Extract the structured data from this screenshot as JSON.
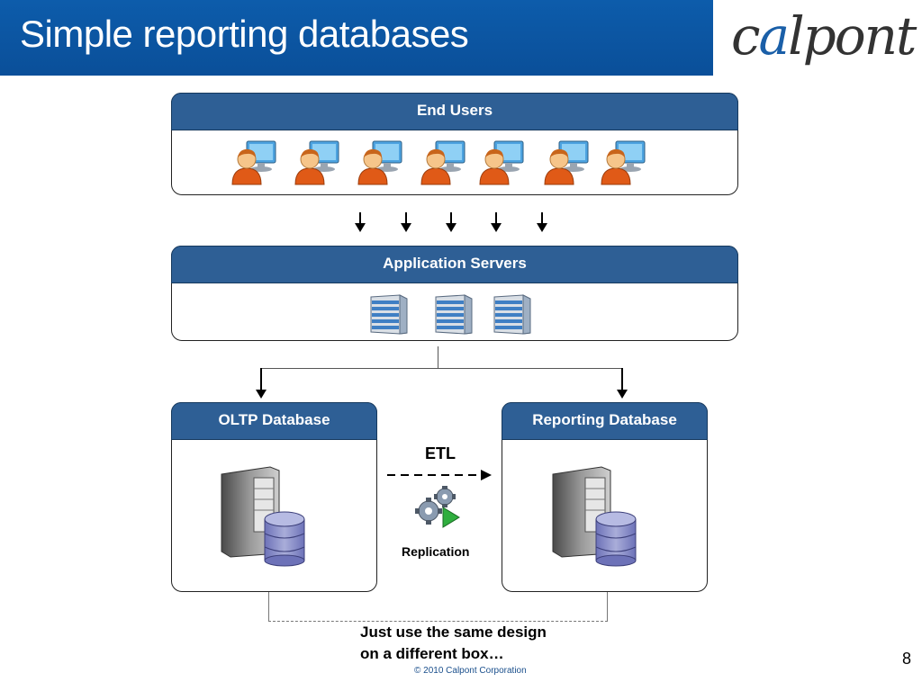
{
  "slide": {
    "title": "Simple reporting databases",
    "logo": "calpont",
    "page_number": "8",
    "copyright": "© 2010 Calpont Corporation"
  },
  "end_users": {
    "label": "End Users",
    "icons": [
      "user-computer-icon",
      "user-computer-icon",
      "user-computer-icon",
      "user-computer-icon",
      "user-computer-icon",
      "user-computer-icon",
      "user-computer-icon"
    ]
  },
  "app_servers": {
    "label": "Application Servers",
    "icons": [
      "server-rack-icon",
      "server-rack-icon",
      "server-rack-icon"
    ]
  },
  "oltp": {
    "label": "OLTP Database",
    "icon": "database-server-icon"
  },
  "reporting": {
    "label": "Reporting Database",
    "icon": "database-server-icon"
  },
  "etl": {
    "label": "ETL",
    "sublabel": "Replication",
    "icon": "gears-play-icon"
  },
  "note": {
    "line1": "Just use the same design",
    "line2": "on a different box…"
  },
  "colors": {
    "header": "#0d5cab",
    "band": "#2e5f95",
    "accent": "#1a5fa8"
  }
}
